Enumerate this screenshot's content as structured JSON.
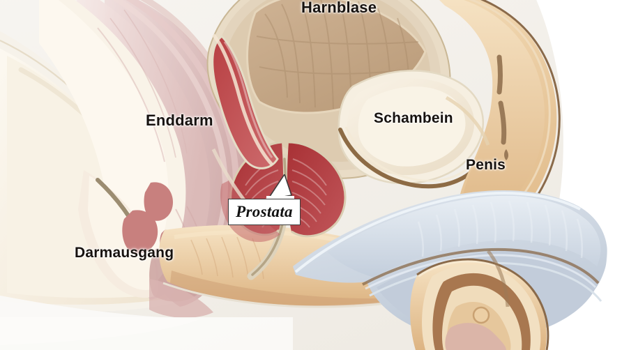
{
  "illustration": {
    "type": "medical-anatomical-cross-section",
    "subject": "Male pelvis sagittal section (German labels)",
    "language": "de",
    "background_color": "#ffffff"
  },
  "labels": {
    "harnblase": "Harnblase",
    "enddarm": "Enddarm",
    "schambein": "Schambein",
    "penis": "Penis",
    "darmausgang": "Darmausgang",
    "prostata": "Prostata"
  },
  "callout": {
    "text": "Prostata",
    "box_fill": "#ffffff",
    "box_border": "#3b3b3b",
    "points_to": "prostate"
  },
  "palette": {
    "page_bg": "#ffffff",
    "soft_bg": "#f2efea",
    "cream": "#f6efe2",
    "cream_light": "#fbf6ec",
    "tan": "#e8c89e",
    "tan_deep": "#d8ab77",
    "bladder_wall": "#e3d4bd",
    "bladder_fill": "#c2a585",
    "prostate_red": "#b1393b",
    "prostate_red_light": "#c3575a",
    "muscle_rose": "#d79193",
    "rectum_pink": "#e3c7c6",
    "rectum_pink_deep": "#cfa9a8",
    "hemorrhoid_rose": "#c8807e",
    "penis_blue": "#c6d0dc",
    "penis_blue_light": "#dde4ec",
    "outline_brown": "#8a6a4a",
    "outline_dark": "#6d513a",
    "label_text": "#17120f"
  },
  "structures": [
    {
      "name": "harnblase",
      "common": "urinary bladder",
      "color": "#c2a585"
    },
    {
      "name": "prostata",
      "common": "prostate gland",
      "color": "#b1393b"
    },
    {
      "name": "enddarm",
      "common": "rectum",
      "color": "#e3c7c6"
    },
    {
      "name": "darmausgang",
      "common": "anus / anal canal",
      "color": "#c8807e"
    },
    {
      "name": "schambein",
      "common": "pubic bone",
      "color": "#f6efe2"
    },
    {
      "name": "penis",
      "common": "penis",
      "color": "#c6d0dc"
    }
  ]
}
